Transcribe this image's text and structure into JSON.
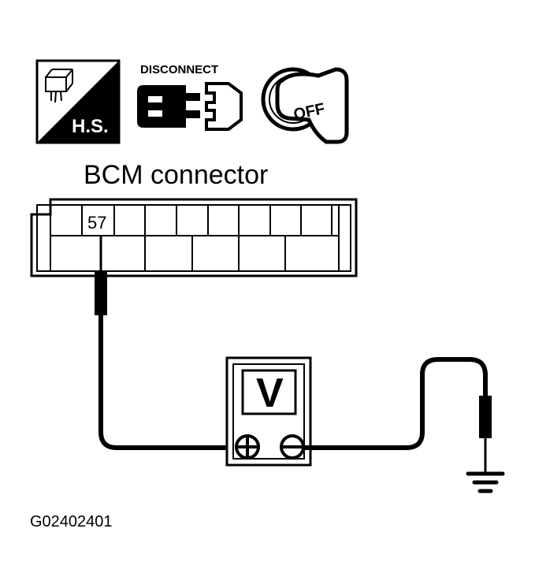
{
  "icons": {
    "hs_label": "H.S.",
    "disconnect_label": "DISCONNECT",
    "ignition_label": "OFF"
  },
  "connector": {
    "title": "BCM connector",
    "pin": "57"
  },
  "meter": {
    "label": "V"
  },
  "figure_code": "G02402401"
}
